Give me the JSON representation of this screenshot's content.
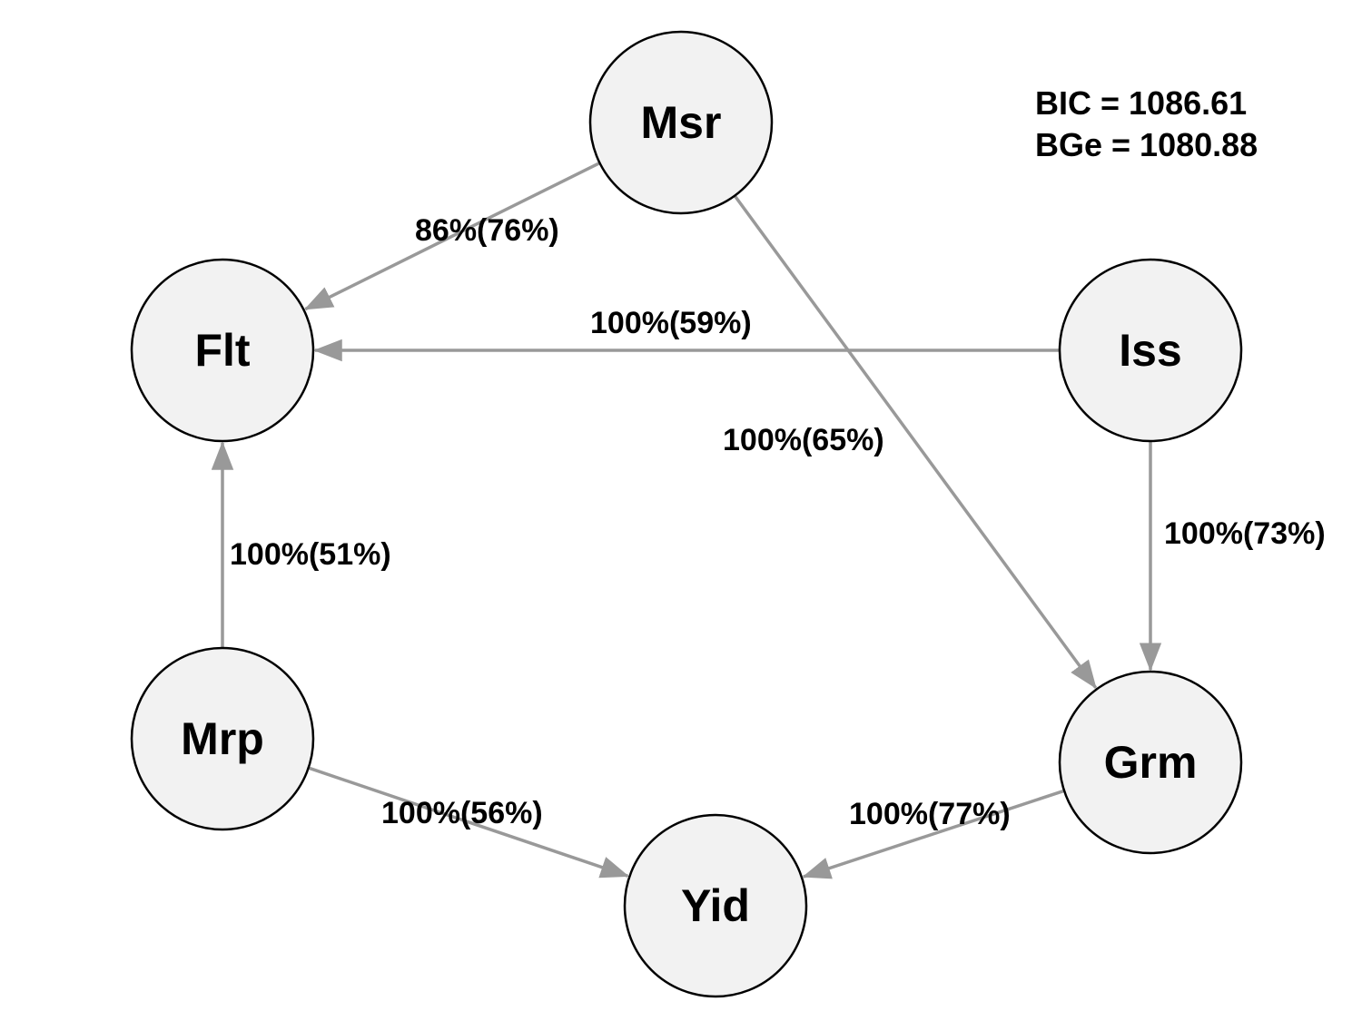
{
  "scores": {
    "bic": "BIC = 1086.61",
    "bge": "BGe = 1080.88"
  },
  "colors": {
    "node_fill": "#f2f2f2",
    "node_stroke": "#000000",
    "edge": "#999999"
  },
  "nodes": [
    {
      "id": "Msr",
      "label": "Msr"
    },
    {
      "id": "Flt",
      "label": "Flt"
    },
    {
      "id": "Iss",
      "label": "Iss"
    },
    {
      "id": "Mrp",
      "label": "Mrp"
    },
    {
      "id": "Grm",
      "label": "Grm"
    },
    {
      "id": "Yid",
      "label": "Yid"
    }
  ],
  "edges": [
    {
      "from": "Msr",
      "to": "Flt",
      "label": "86%(76%)"
    },
    {
      "from": "Iss",
      "to": "Flt",
      "label": "100%(59%)"
    },
    {
      "from": "Msr",
      "to": "Grm",
      "label": "100%(65%)"
    },
    {
      "from": "Mrp",
      "to": "Flt",
      "label": "100%(51%)"
    },
    {
      "from": "Iss",
      "to": "Grm",
      "label": "100%(73%)"
    },
    {
      "from": "Mrp",
      "to": "Yid",
      "label": "100%(56%)"
    },
    {
      "from": "Grm",
      "to": "Yid",
      "label": "100%(77%)"
    }
  ]
}
